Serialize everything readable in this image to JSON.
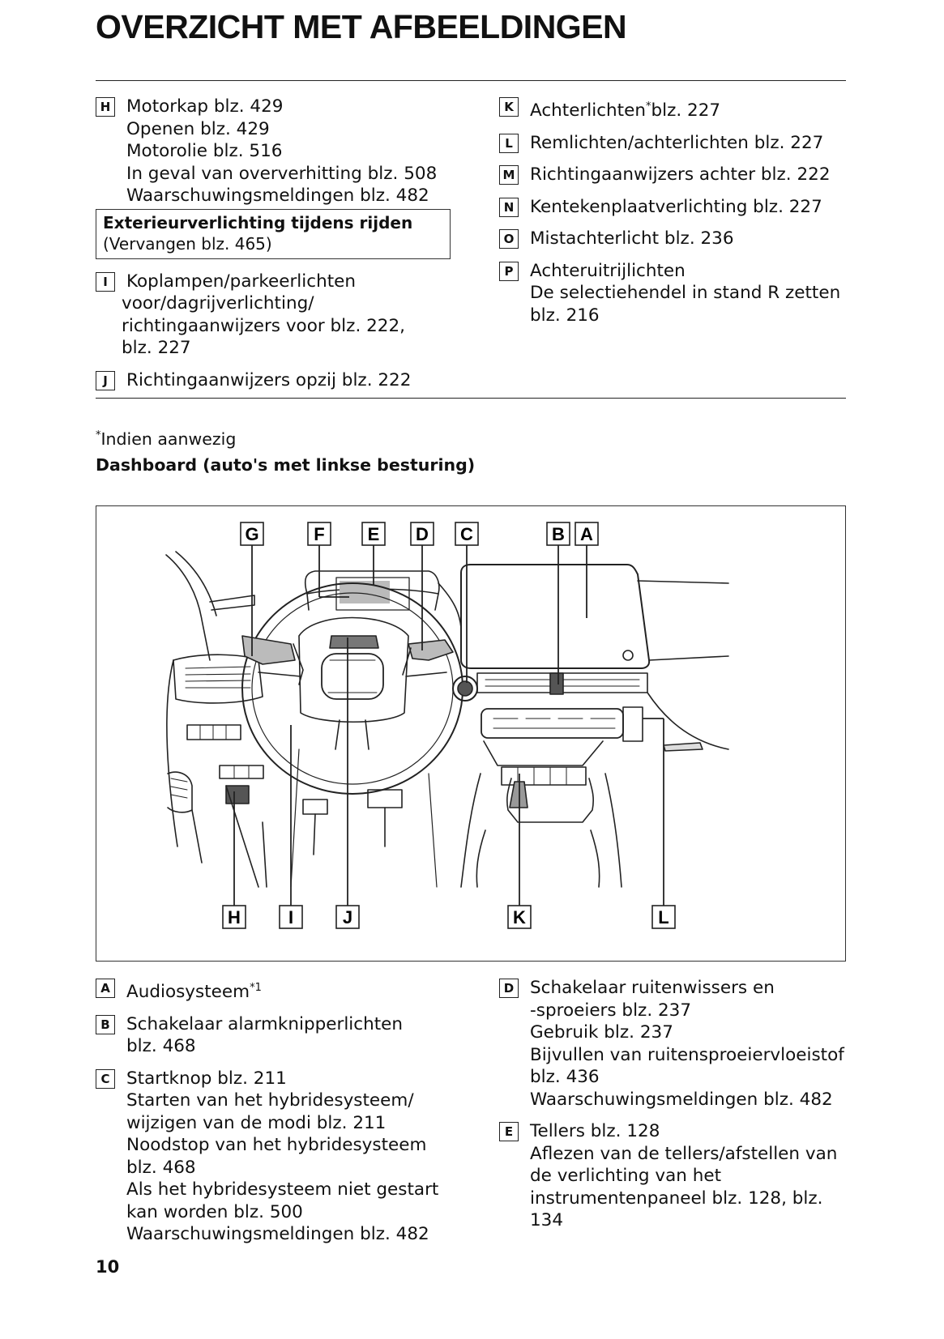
{
  "title": "OVERZICHT MET AFBEELDINGEN",
  "top_left": {
    "H": {
      "key": "H",
      "head": "Motorkap blz. 429",
      "subs": [
        "Openen blz. 429",
        "Motorolie blz. 516",
        "In geval van oververhitting blz. 508",
        "Waarschuwingsmeldingen blz. 482"
      ]
    },
    "box": {
      "bold": "Exterieurverlichting tijdens rijden",
      "text": "(Vervangen blz. 465)"
    },
    "I": {
      "key": "I",
      "head": "Koplampen/parkeerlichten",
      "subs": [
        "voor/dagrijverlichting/",
        "richtingaanwijzers voor blz. 222,",
        "blz. 227"
      ]
    },
    "J": {
      "key": "J",
      "head": "Richtingaanwijzers opzij blz. 222"
    }
  },
  "top_right": {
    "K": {
      "key": "K",
      "head_a": "Achterlichten",
      "star": "*",
      "head_b": "blz. 227"
    },
    "L": {
      "key": "L",
      "head": "Remlichten/achterlichten blz. 227"
    },
    "M": {
      "key": "M",
      "head": "Richtingaanwijzers achter blz. 222"
    },
    "N": {
      "key": "N",
      "head": "Kentekenplaatverlichting blz. 227"
    },
    "O": {
      "key": "O",
      "head": "Mistachterlicht blz. 236"
    },
    "P": {
      "key": "P",
      "head": "Achteruitrijlichten",
      "subs": [
        "De selectiehendel in stand R zetten",
        "blz. 216"
      ]
    }
  },
  "footnote": {
    "star": "*",
    "text": "Indien aanwezig"
  },
  "section_heading": "Dashboard (auto's met linkse besturing)",
  "figure": {
    "top_labels": [
      "G",
      "F",
      "E",
      "D",
      "C",
      "B",
      "A"
    ],
    "bottom_labels": [
      "H",
      "I",
      "J",
      "K",
      "L"
    ]
  },
  "bottom_left": {
    "A": {
      "key": "A",
      "head_a": "Audiosysteem",
      "star": "*1"
    },
    "B": {
      "key": "B",
      "head": "Schakelaar alarmknipperlichten",
      "subs": [
        "blz. 468"
      ]
    },
    "C": {
      "key": "C",
      "head": "Startknop blz. 211",
      "subs": [
        "Starten van het hybridesysteem/",
        "wijzigen van de modi blz. 211",
        "Noodstop van het hybridesysteem",
        "blz. 468",
        "Als het hybridesysteem niet gestart",
        "kan worden blz. 500",
        "Waarschuwingsmeldingen blz. 482"
      ]
    }
  },
  "bottom_right": {
    "D": {
      "key": "D",
      "head": "Schakelaar ruitenwissers en",
      "subs": [
        "-sproeiers blz. 237",
        "Gebruik blz. 237",
        "Bijvullen van ruitensproeiervloeistof",
        "blz. 436",
        "Waarschuwingsmeldingen blz. 482"
      ]
    },
    "E": {
      "key": "E",
      "head": "Tellers blz. 128",
      "subs": [
        "Aflezen van de tellers/afstellen van",
        "de verlichting van het",
        "instrumentenpaneel blz. 128, blz. 134"
      ]
    }
  },
  "page_number": "10"
}
